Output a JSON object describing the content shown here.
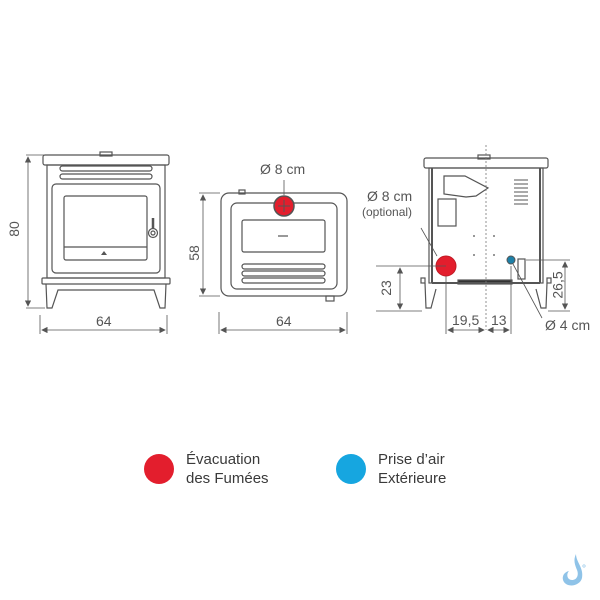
{
  "views": {
    "front": {
      "height_label": "80",
      "width_label": "64"
    },
    "top": {
      "depth_label": "58",
      "width_label": "64",
      "flue_label": "Ø 8 cm"
    },
    "rear": {
      "flue_optional_label": "Ø 8 cm",
      "flue_optional_note": "(optional)",
      "flue_height_label": "23",
      "air_inlet_height_label": "26,5",
      "flue_offset_label": "19,5",
      "air_inlet_offset_label": "13",
      "air_inlet_label": "Ø 4 cm"
    }
  },
  "legend": {
    "items": [
      {
        "label": "Évacuation\ndes Fumées",
        "color": "#e31e2d"
      },
      {
        "label": "Prise d’air\nExtérieure",
        "color": "#16a6e0"
      }
    ]
  },
  "colors": {
    "flue": "#e31e2d",
    "air_inlet": "#16a6e0",
    "line": "#555555",
    "logo": "#8fc3e8"
  }
}
